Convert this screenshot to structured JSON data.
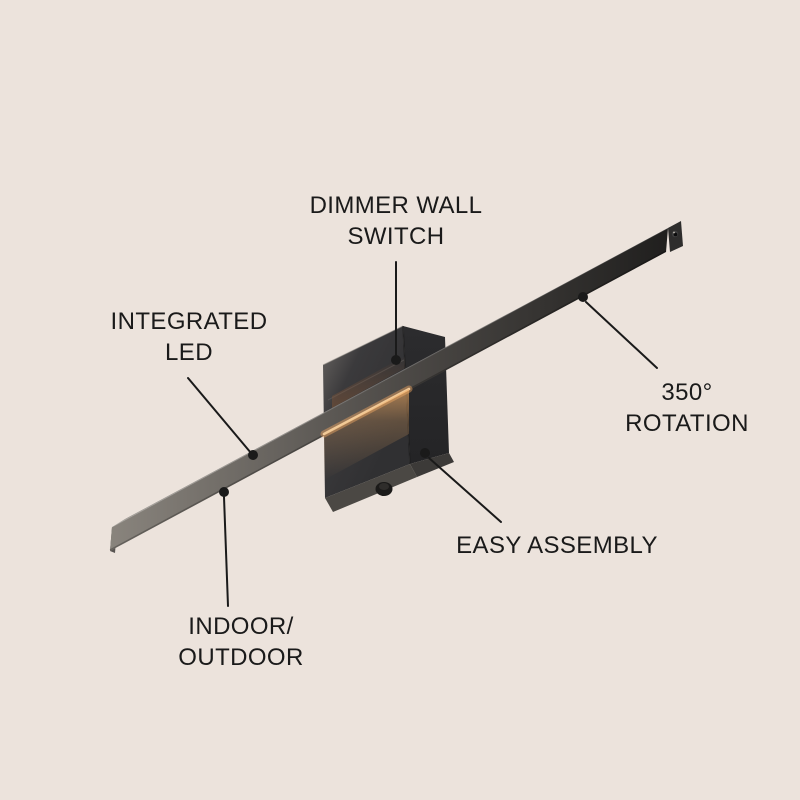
{
  "diagram": {
    "description": "Product feature diagram of a wall-mounted linear LED picture light on a rectangular wall bracket",
    "background_color": "#ece3dc",
    "label_color": "#1a1a1a",
    "callout_line_color": "#1a1a1a",
    "glow_color": "#f3ad65"
  },
  "fixture": {
    "bar_top_light": "#9a9690",
    "bar_top_mid": "#6e6b68",
    "bar_top_dark": "#4d4b49",
    "bar_front_light": "#89847d",
    "bar_front_mid": "#4a4744",
    "bar_front_dark": "#201f1e",
    "bracket_front_light": "#6e6a66",
    "bracket_front_mid": "#3b3a3c",
    "bracket_front_dark": "#303032",
    "bracket_side_top": "#2c2c2e",
    "bracket_side_bottom": "#242426",
    "bracket_bottom_a": "#4b4844",
    "bracket_bottom_b": "#3c3a38",
    "knob_color": "#1b1a19",
    "end_cap_color": "#2e2d2c"
  },
  "callouts": {
    "dimmer_wall_switch": {
      "line1": "DIMMER WALL",
      "line2": "SWITCH"
    },
    "integrated_led": {
      "line1": "INTEGRATED",
      "line2": "LED"
    },
    "rotation": {
      "line1": "350°",
      "line2": "ROTATION"
    },
    "easy_assembly": {
      "line1": "EASY ASSEMBLY"
    },
    "indoor_outdoor": {
      "line1": "INDOOR/",
      "line2": "OUTDOOR"
    }
  }
}
